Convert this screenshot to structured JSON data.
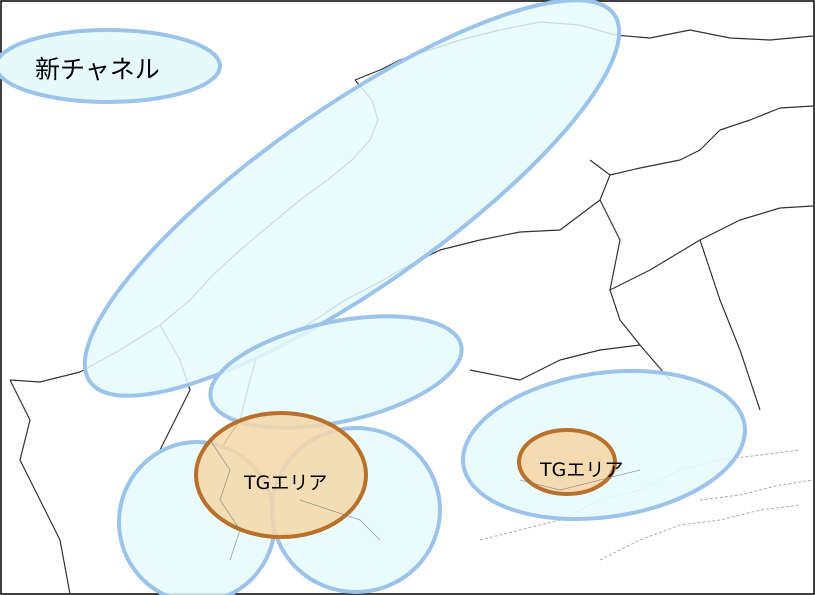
{
  "legend": {
    "label": "新チャネル",
    "color": "#9cc3ea",
    "fill": "#e6fafc"
  },
  "areas": [
    {
      "label": "TGエリア",
      "color": "#b8702a",
      "fill": "#f5d7a8"
    },
    {
      "label": "TGエリア",
      "color": "#b8702a",
      "fill": "#f5d7a8"
    }
  ],
  "map": {
    "border_color": "#000000",
    "land_outline_color": "#333333",
    "coast_color": "#aaaaaa"
  }
}
